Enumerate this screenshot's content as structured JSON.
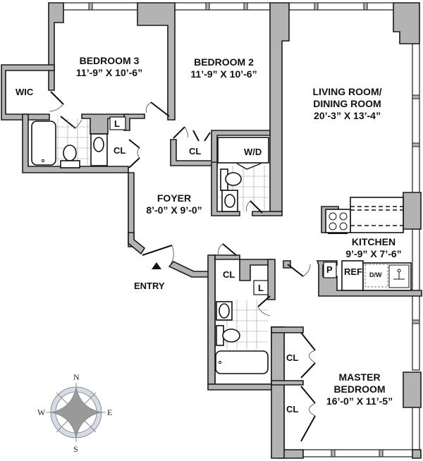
{
  "plan": {
    "rooms": [
      {
        "id": "bedroom3",
        "name": "BEDROOM 3",
        "dims": "11’-9” X 10’-6”"
      },
      {
        "id": "bedroom2",
        "name": "BEDROOM 2",
        "dims": "11’-9” X 10’-6”"
      },
      {
        "id": "living",
        "name": "LIVING ROOM/",
        "name2": "DINING ROOM",
        "dims": "20’-3” X 13’-4”"
      },
      {
        "id": "foyer",
        "name": "FOYER",
        "dims": "8’-0” X 9’-0”"
      },
      {
        "id": "kitchen",
        "name": "KITCHEN",
        "dims": "9’-9” X 7’-6”"
      },
      {
        "id": "master",
        "name": "MASTER",
        "name2": "BEDROOM",
        "dims": "16’-0” X 11’-5”"
      }
    ],
    "labels": {
      "wic": "WIC",
      "closet": "CL",
      "linen": "L",
      "washer_dryer": "W/D",
      "pantry": "P",
      "refrigerator": "REF",
      "dishwasher": "D/W",
      "entry": "ENTRY"
    },
    "compass": {
      "n": "N",
      "s": "S",
      "e": "E",
      "w": "W"
    },
    "colors": {
      "wall": "#b3b3b3",
      "outline": "#1a1a1a",
      "compass_ring": "#d4dce6",
      "compass_star": "#999999"
    }
  }
}
